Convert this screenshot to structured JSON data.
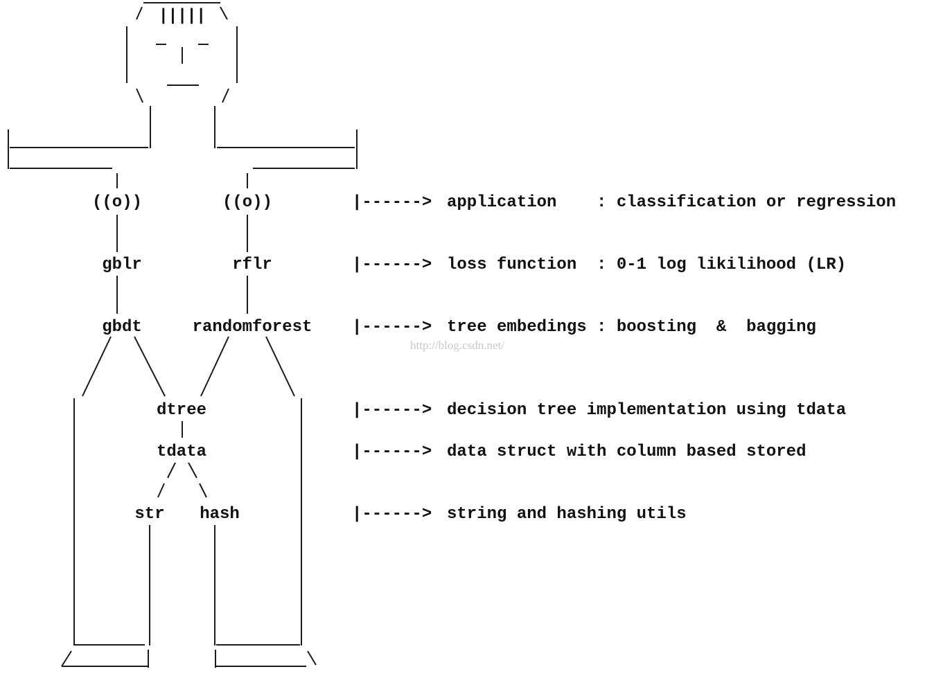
{
  "figure": {
    "hair": "|||||",
    "nodes": {
      "left_joint": "((o))",
      "right_joint": "((o))",
      "gblr": "gblr",
      "rflr": "rflr",
      "gbdt": "gbdt",
      "randomforest": "randomforest",
      "dtree": "dtree",
      "tdata": "tdata",
      "str": "str",
      "hash": "hash"
    }
  },
  "arrow": "|------>",
  "annotations": [
    {
      "id": "application",
      "text": "application    : classification or regression"
    },
    {
      "id": "loss",
      "text": "loss function  : 0-1 log likilihood (LR)"
    },
    {
      "id": "embedding",
      "text": "tree embedings : boosting  &  bagging"
    },
    {
      "id": "dtree",
      "text": "decision tree implementation using tdata"
    },
    {
      "id": "tdata",
      "text": "data struct with column based stored"
    },
    {
      "id": "utils",
      "text": "string and hashing utils"
    }
  ],
  "watermark": "http://blog.csdn.net/"
}
